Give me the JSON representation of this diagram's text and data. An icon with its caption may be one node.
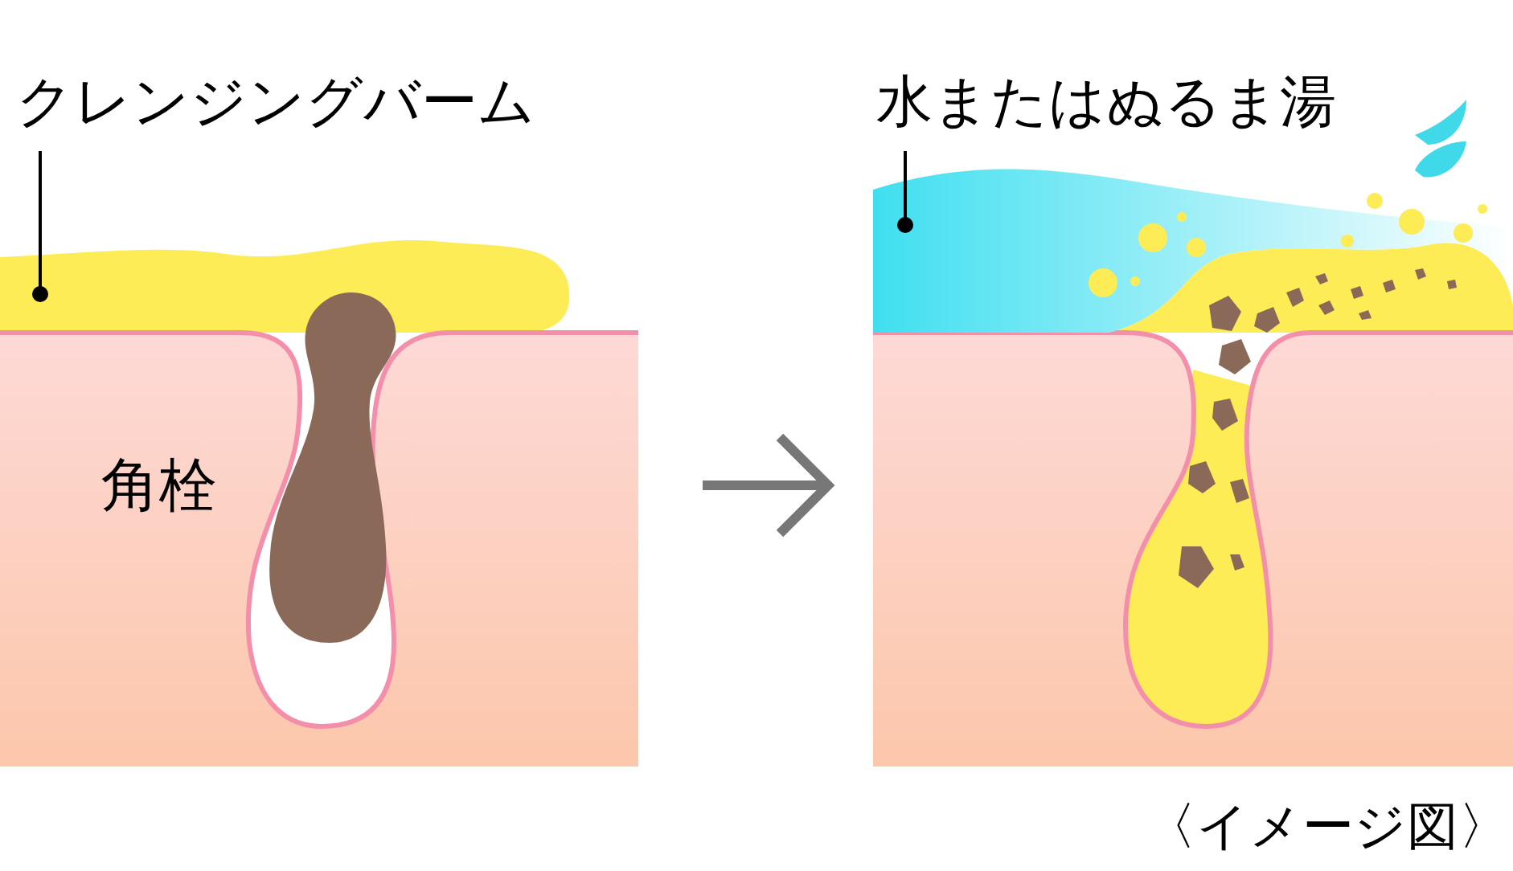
{
  "diagram": {
    "caption": "〈イメージ図〉",
    "nodes": [
      {
        "text": [
          "クレンジングバーム"
        ]
      },
      {
        "text": [],
        "shape": "picture"
      },
      {
        "text": [],
        "shape": "picture"
      },
      {
        "text": [],
        "shape": "picture"
      },
      {
        "text": [
          "水またはぬるま湯"
        ]
      },
      {
        "text": [],
        "shape": "picture"
      }
    ],
    "edges": [
      {
        "from": 0,
        "to": 2,
        "arrow": "other"
      },
      {
        "from": 1,
        "to": 3,
        "arrow": "to",
        "style": "thick",
        "color": "#777777"
      },
      {
        "from": 4,
        "to": 5,
        "arrow": "other"
      }
    ],
    "labels": [
      "角栓"
    ]
  }
}
